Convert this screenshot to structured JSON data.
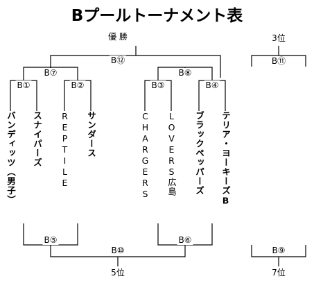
{
  "title": "Bプールトーナメント表",
  "labels": {
    "champion": "優 勝",
    "final": "B⑫",
    "semi_left": "B⑦",
    "semi_right": "B⑧",
    "q1": "B①",
    "q2": "B②",
    "q3": "B③",
    "q4": "B④",
    "third_place": "3位",
    "third_match": "B⑪",
    "fifth_consolation_left": "B⑤",
    "fifth_consolation_right": "B⑥",
    "fifth_match": "B⑩",
    "fifth_place": "5位",
    "seventh_match": "B⑨",
    "seventh_place": "7位"
  },
  "teams": [
    "バンディッツ（男子）",
    "スナイパーズ",
    "REPTILE",
    "サンダース",
    "CHARGERS",
    "LOVERS広島",
    "ブラックペッパーズ",
    "テリア・ヨーキーズB"
  ]
}
